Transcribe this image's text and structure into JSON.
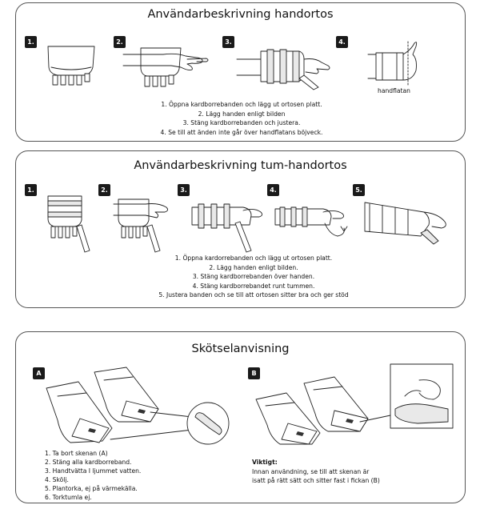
{
  "section1": {
    "title": "Användarbeskrivning handortos",
    "badges": [
      "1.",
      "2.",
      "3.",
      "4."
    ],
    "label_palm": "handflatan",
    "steps": [
      "1. Öppna kardborrebanden och lägg ut ortosen platt.",
      "2. Lägg handen enligt bilden",
      "3. Stäng kardborrebanden och justera.",
      "4. Se till att änden inte går över handflatans böjveck."
    ]
  },
  "section2": {
    "title": "Användarbeskrivning tum-handortos",
    "badges": [
      "1.",
      "2.",
      "3.",
      "4.",
      "5."
    ],
    "steps": [
      "1. Öppna kardorrebanden och lägg ut ortosen platt.",
      "2. Lägg handen enligt bilden.",
      "3. Stäng kardborrebanden över handen.",
      "4. Stäng kardborrebandet runt tummen.",
      "5. Justera banden och se till att ortosen sitter bra och ger stöd"
    ]
  },
  "section3": {
    "title": "Skötselanvisning",
    "badge_a": "A",
    "badge_b": "B",
    "care_steps": [
      "1. Ta bort skenan (A)",
      "2. Stäng alla kardborreband.",
      "3. Handtvätta I ljummet vatten.",
      "4. Skölj.",
      "5. Plantorka, ej på värmekälla.",
      "6. Torktumla ej."
    ],
    "note_title": "Viktigt:",
    "note_lines": [
      "Innan användning, se till att skenan är",
      "isatt på rätt sätt och sitter fast i fickan (B)"
    ]
  }
}
